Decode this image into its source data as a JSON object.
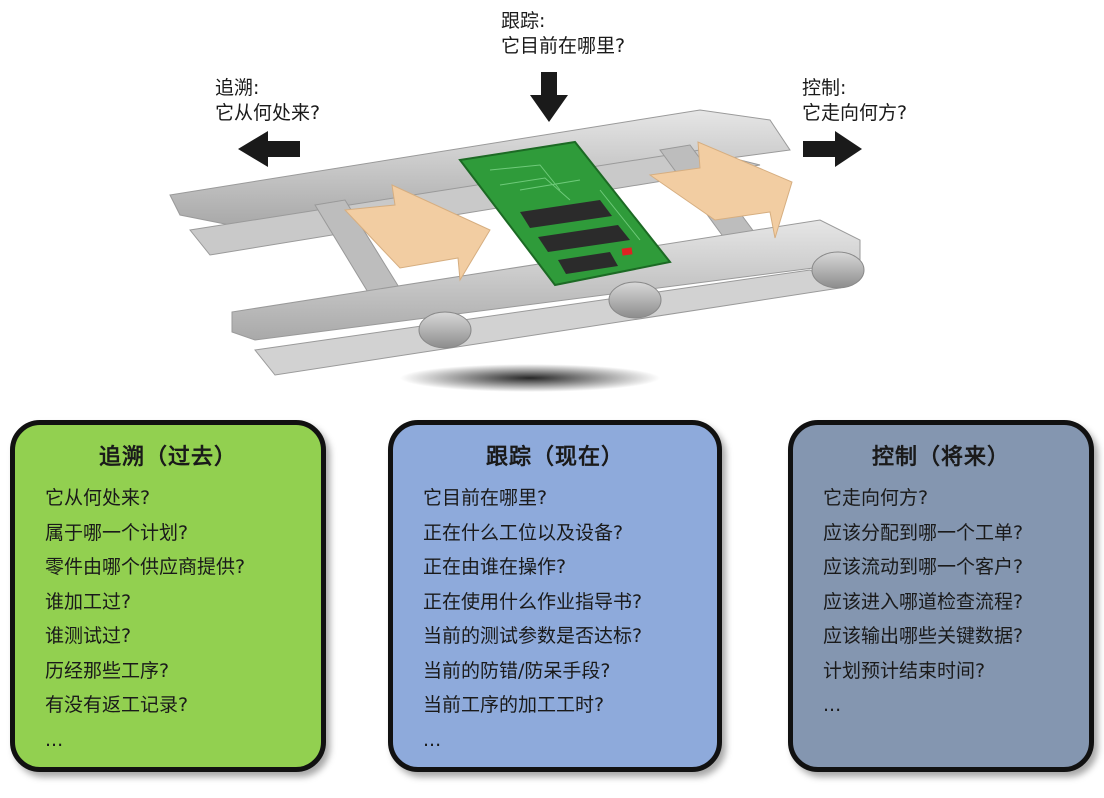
{
  "top_labels": {
    "track": {
      "title": "跟踪:",
      "question": "它目前在哪里?"
    },
    "trace": {
      "title": "追溯:",
      "question": "它从何处来?"
    },
    "control": {
      "title": "控制:",
      "question": "它走向何方?"
    }
  },
  "cards": [
    {
      "key": "past",
      "title": "追溯（过去）",
      "color": "#92d050",
      "items": [
        "它从何处来?",
        "属于哪一个计划?",
        "零件由哪个供应商提供?",
        "谁加工过?",
        "谁测试过?",
        "历经那些工序?",
        "有没有返工记录?",
        "..."
      ]
    },
    {
      "key": "present",
      "title": "跟踪（现在）",
      "color": "#8eaadb",
      "items": [
        "它目前在哪里?",
        "正在什么工位以及设备?",
        "正在由谁在操作?",
        "正在使用什么作业指导书?",
        "当前的测试参数是否达标?",
        "当前的防错/防呆手段?",
        "当前工序的加工工时?",
        "..."
      ]
    },
    {
      "key": "future",
      "title": "控制（将来）",
      "color": "#8496b0",
      "items": [
        "它走向何方?",
        "应该分配到哪一个工单?",
        "应该流动到哪一个客户?",
        "应该进入哪道检查流程?",
        "应该输出哪些关键数据?",
        "计划预计结束时间?",
        "..."
      ]
    }
  ]
}
